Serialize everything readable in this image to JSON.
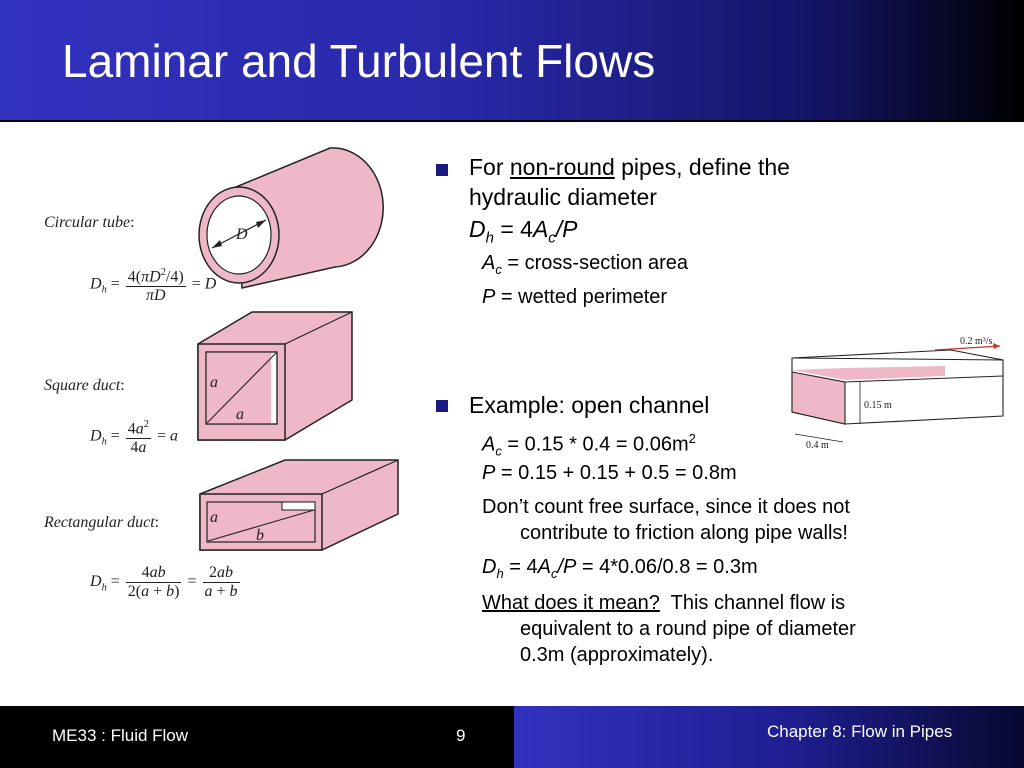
{
  "slide": {
    "title": "Laminar and Turbulent Flows"
  },
  "figures": {
    "circular_label": "Circular tube",
    "square_label": "Square duct",
    "rect_label": "Rectangular duct",
    "colon": ":",
    "dim_D": "D",
    "dim_a": "a",
    "dim_b": "b",
    "channel_flow": "0.2 m³/s",
    "channel_height": "0.15 m",
    "channel_width": "0.4 m",
    "colors": {
      "pink": "#efb8c8",
      "outline": "#222222"
    }
  },
  "bullet1": {
    "pre": "For ",
    "link": "non-round",
    "post": " pipes, define the",
    "line2": "hydraulic diameter",
    "eq_D": "D",
    "eq_h": "h",
    "eq_mid": " = 4",
    "eq_A": "A",
    "eq_c": "c",
    "eq_end": "/P",
    "sub1_A": "A",
    "sub1_c": "c",
    "sub1_text": " = cross-section area",
    "sub2_P": "P",
    "sub2_text": " = wetted perimeter"
  },
  "bullet2": {
    "heading": "Example:  open channel",
    "ac_A": "A",
    "ac_c": "c",
    "ac_text": " = 0.15 * 0.4 = 0.06m",
    "ac_sup": "2",
    "p_P": "P",
    "p_text": " = 0.15 + 0.15 + 0.5 = 0.8m",
    "dont_line1": "Don’t count free surface, since it does not",
    "dont_line2": "contribute to friction along pipe walls!",
    "dh_D": "D",
    "dh_h": "h",
    "dh_mid": " = 4",
    "dh_A": "A",
    "dh_c": "c",
    "dh_slash": "/",
    "dh_P": "P",
    "dh_end": " = 4*0.06/0.8 = 0.3m",
    "what_q": "What does it mean?",
    "what_a1": "  This channel flow is",
    "what_a2": "equivalent to a round pipe of diameter",
    "what_a3": "0.3m (approximately)."
  },
  "footer": {
    "course": "ME33 :  Fluid Flow",
    "page": "9",
    "chapter": "Chapter 8:  Flow in Pipes"
  }
}
